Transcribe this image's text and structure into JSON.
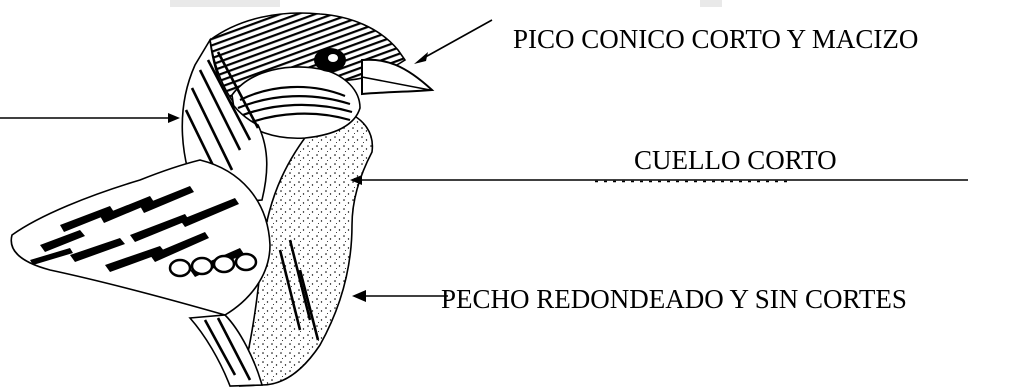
{
  "labels": {
    "beak": "PICO CONICO CORTO Y MACIZO",
    "neck": "CUELLO CORTO",
    "chest": "PECHO REDONDEADO Y SIN CORTES"
  },
  "colors": {
    "ink": "#000000",
    "background": "#ffffff",
    "band": "#e9e9e9"
  },
  "illustration": {
    "subject": "finch-head-and-chest-engraving"
  }
}
